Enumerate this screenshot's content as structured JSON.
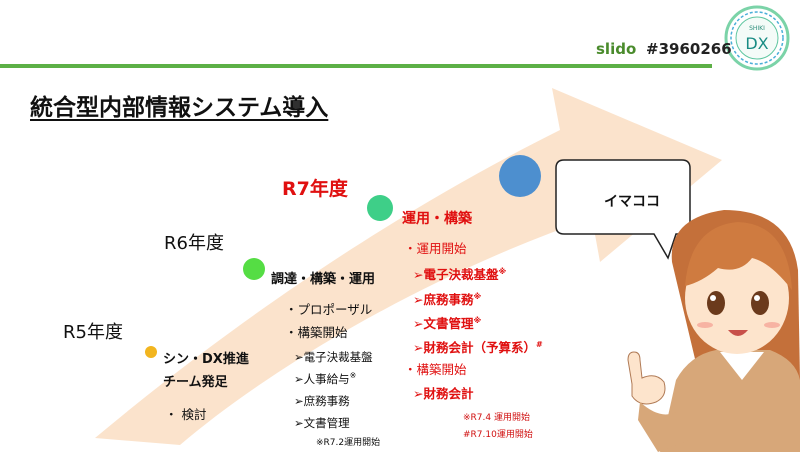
{
  "header": {
    "slido_label": "slido",
    "slido_code": "#3960266",
    "logo_text_top": "SHIKI",
    "logo_text_main": "DX",
    "accent_green": "#5cb046"
  },
  "title": "統合型内部情報システム導入",
  "arrow_color": "#fbe3cc",
  "milestones": [
    {
      "year": "R5年度",
      "dot_color": "#f2b51f",
      "heading": [
        "シン・DX推進",
        "チーム発足"
      ],
      "items": [
        "・ 検討"
      ]
    },
    {
      "year": "R6年度",
      "dot_color": "#55dd44",
      "heading": [
        "調達・構築・運用"
      ],
      "items": [
        "・プロポーザル",
        "・構築開始"
      ],
      "subitems": [
        "➢電子決裁基盤",
        "➢人事給与",
        "➢庶務事務",
        "➢文書管理"
      ],
      "subitem_marks": [
        "",
        "※",
        "",
        ""
      ],
      "note": "※R7.2運用開始"
    },
    {
      "year": "R7年度",
      "dot_color": "#3ecf88",
      "heading": [
        "運用・構築"
      ],
      "items": [
        "・運用開始",
        "・構築開始"
      ],
      "subitems": [
        "➢電子決裁基盤",
        "➢庶務事務",
        "➢文書管理",
        "➢財務会計（予算系）"
      ],
      "subitem_marks": [
        "※",
        "※",
        "※",
        "#"
      ],
      "subitems2": [
        "➢財務会計"
      ],
      "notes": [
        "※R7.4 運用開始",
        "#R7.10運用開始"
      ]
    },
    {
      "dot_color": "#4d8fcf"
    }
  ],
  "speech_bubble": {
    "text": "イマココ"
  }
}
